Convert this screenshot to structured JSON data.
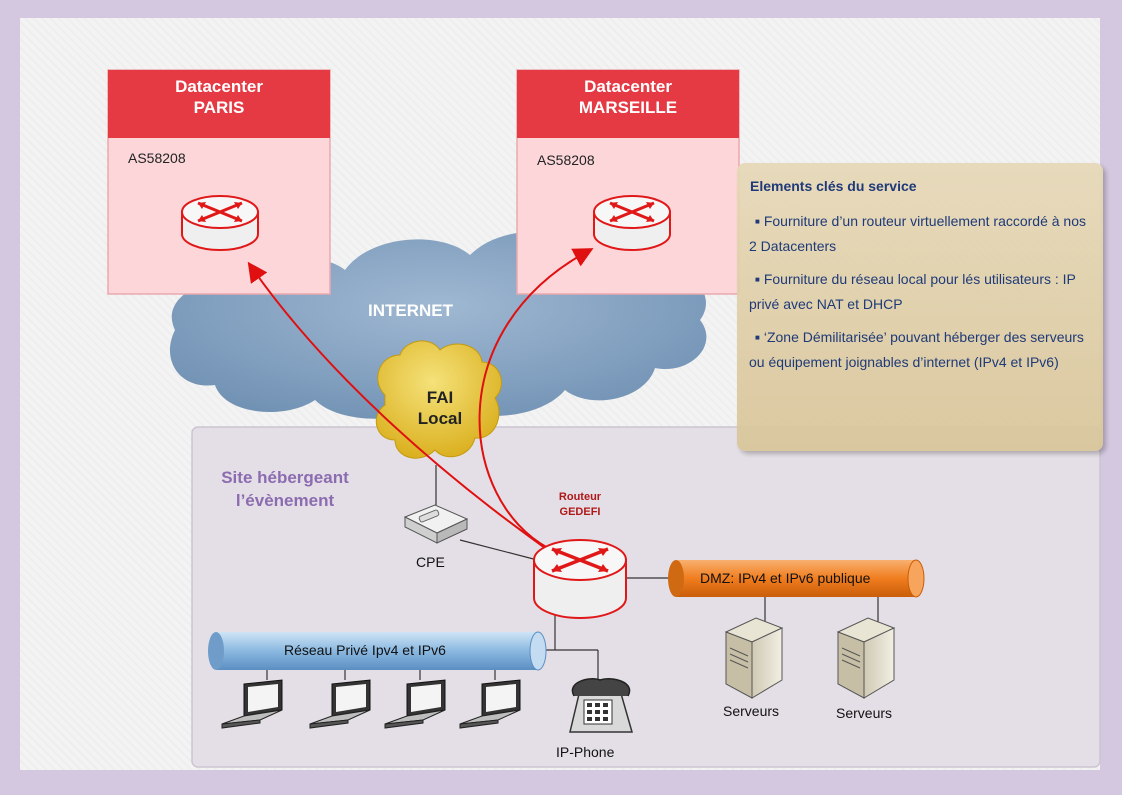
{
  "datacenters": [
    {
      "title_line1": "Datacenter",
      "title_line2": "PARIS",
      "as": "AS58208"
    },
    {
      "title_line1": "Datacenter",
      "title_line2": "MARSEILLE",
      "as": "AS58208"
    }
  ],
  "internet_label": "INTERNET",
  "fai": {
    "line1": "FAI",
    "line2": "Local"
  },
  "site": {
    "line1": "Site hébergeant",
    "line2": "l’évènement"
  },
  "router": {
    "line1": "Routeur",
    "line2": "GEDEFI"
  },
  "cpe_label": "CPE",
  "dmz_label": "DMZ: IPv4 et IPv6 publique",
  "private_label": "Réseau Privé Ipv4 et IPv6",
  "phone_label": "IP-Phone",
  "servers": [
    "Serveurs",
    "Serveurs"
  ],
  "key_box": {
    "title": "Elements clés du service",
    "items": [
      "Fourniture d’un routeur virtuellement raccordé à nos 2 Datacenters",
      "Fourniture du réseau local pour lés utilisateurs : IP privé avec NAT et DHCP",
      "‘Zone Démilitarisée’ pouvant héberger des serveurs ou équipement joignables d’internet (IPv4 et IPv6)"
    ]
  },
  "colors": {
    "datacenter_header": "#e53a44",
    "datacenter_body": "#fcd6d9",
    "cloud": "#7f9fbf",
    "fai_cloud": "#e8c52e",
    "dmz_pipe": "#f07d1e",
    "private_pipe": "#8ab8e0",
    "arrow": "#e01010",
    "key_text": "#1f3a78"
  }
}
